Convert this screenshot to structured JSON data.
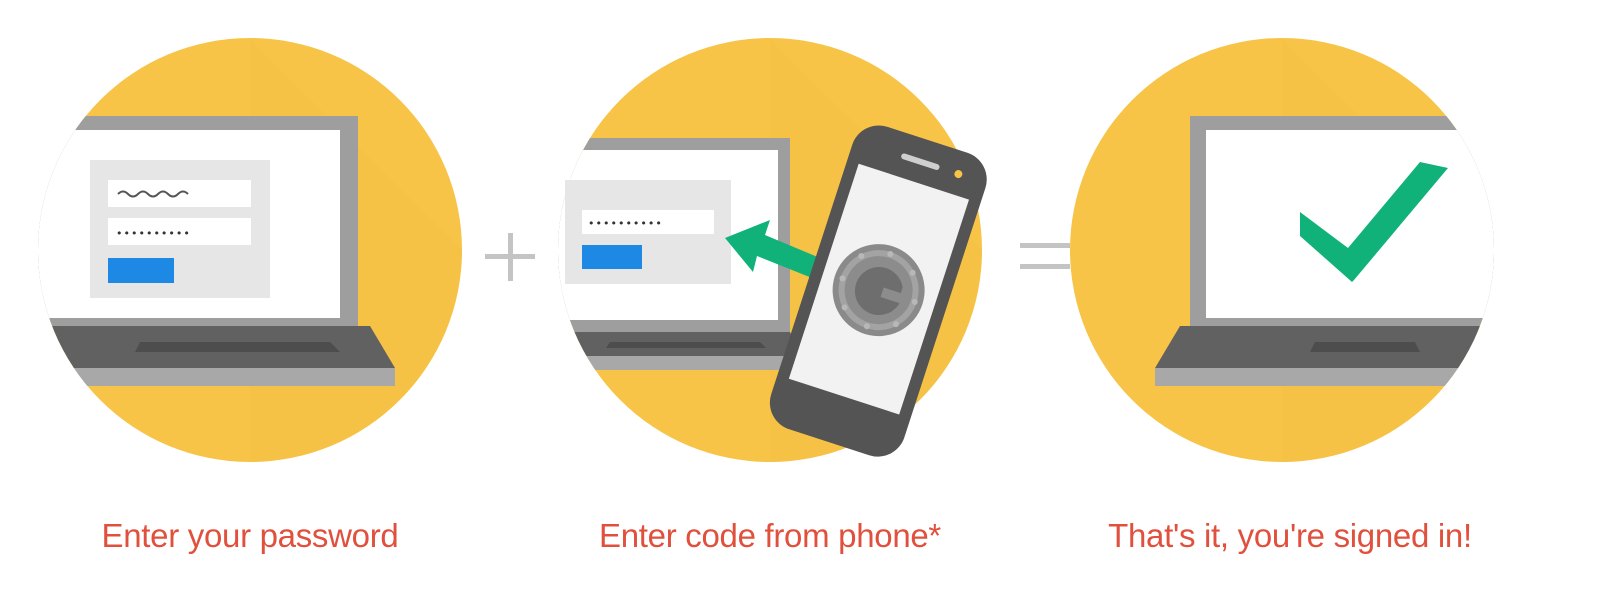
{
  "steps": [
    {
      "caption": "Enter your password",
      "illustration": "laptop-login-form"
    },
    {
      "caption": "Enter code from phone*",
      "illustration": "phone-authenticator-code"
    },
    {
      "caption": "That's it, you're signed in!",
      "illustration": "laptop-checkmark"
    }
  ],
  "operators": {
    "plus": "+",
    "equals": "="
  },
  "colors": {
    "circle": "#f7c448",
    "caption_text": "#e0503c",
    "laptop_frame": "#9e9e9e",
    "laptop_base": "#616161",
    "screen": "#ffffff",
    "form_panel": "#e6e6e6",
    "submit_button": "#1e88e5",
    "arrow": "#10b27a",
    "check": "#10b27a",
    "phone_body": "#545454",
    "operator": "#c4c4c4"
  },
  "password_mask": "••••••••••"
}
